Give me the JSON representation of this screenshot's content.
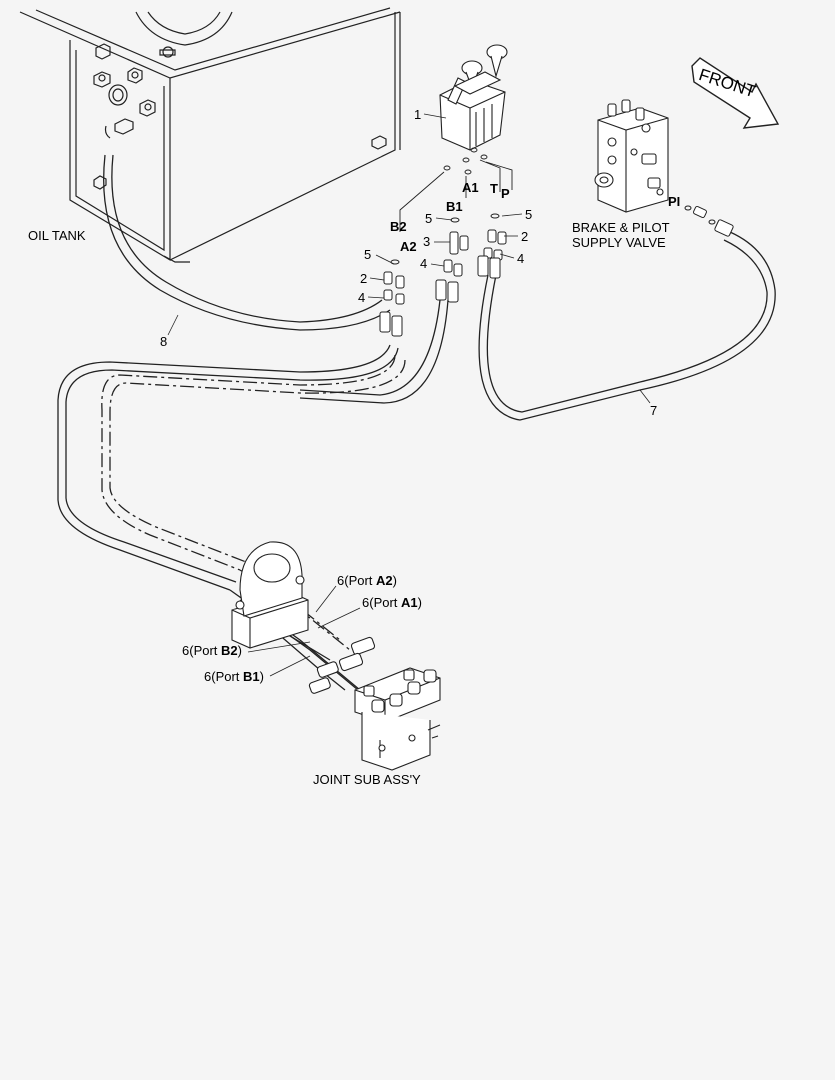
{
  "labels": {
    "oil_tank": "OIL TANK",
    "brake_valve_line1": "BRAKE & PILOT",
    "brake_valve_line2": "SUPPLY VALVE",
    "front": "FRONT",
    "joint_sub": "JOINT SUB ASS'Y",
    "port_pi": "PI",
    "port_t": "T",
    "port_p": "P",
    "port_a1": "A1",
    "port_b1": "B1",
    "port_a2": "A2",
    "port_b2": "B2"
  },
  "callouts": {
    "c1": "1",
    "c2_left": "2",
    "c2_right": "2",
    "c3": "3",
    "c4_left": "4",
    "c4_mid": "4",
    "c4_right": "4",
    "c5_left": "5",
    "c5_mid": "5",
    "c5_right": "5",
    "c7": "7",
    "c8": "8"
  },
  "port_callouts": [
    {
      "num": "6",
      "pre": "(Port ",
      "port": "A2",
      "post": ")"
    },
    {
      "num": "6",
      "pre": "(Port ",
      "port": "A1",
      "post": ")"
    },
    {
      "num": "6",
      "pre": "(Port ",
      "port": "B2",
      "post": ")"
    },
    {
      "num": "6",
      "pre": "(Port ",
      "port": "B1",
      "post": ")"
    }
  ]
}
